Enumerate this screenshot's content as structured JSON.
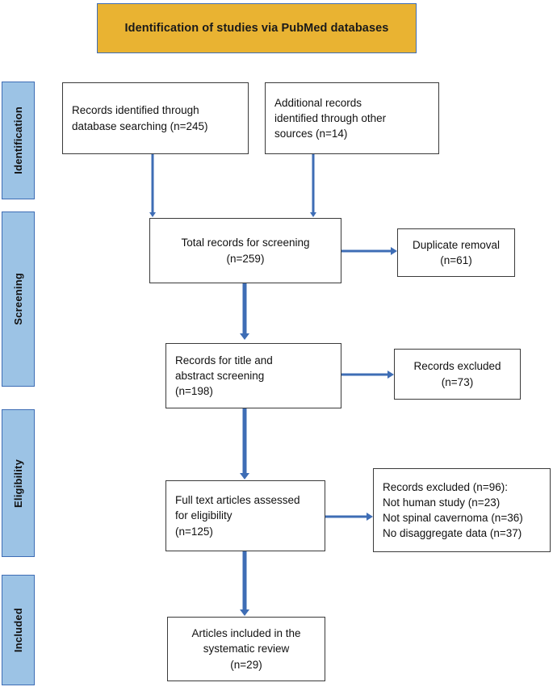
{
  "banner": {
    "title": "Identification of studies via PubMed databases",
    "fill": "#E9B332",
    "border": "#3E6DB5"
  },
  "stages": [
    {
      "label": "Identification"
    },
    {
      "label": "Screening"
    },
    {
      "label": "Eligibility"
    },
    {
      "label": "Included"
    }
  ],
  "boxes": {
    "records_identified": "Records identified through\ndatabase searching (n=245)",
    "additional_records": "Additional records\nidentified through other\nsources (n=14)",
    "total_records": "Total records for screening\n(n=259)",
    "duplicate_removal": "Duplicate removal\n(n=61)",
    "title_abstract_screening": "Records for title and\nabstract screening\n(n=198)",
    "records_excluded_73": "Records excluded\n(n=73)",
    "full_text_assessed": "Full text articles assessed\nfor eligibility\n(n=125)",
    "records_excluded_96": "Records excluded (n=96):\nNot human study (n=23)\nNot spinal cavernoma (n=36)\nNo disaggregate data (n=37)",
    "articles_included": "Articles included in the\nsystematic review\n(n=29)"
  },
  "counts": {
    "database_searching": 245,
    "other_sources": 14,
    "total_for_screening": 259,
    "duplicates_removed": 61,
    "title_abstract_screened": 198,
    "excluded_screening": 73,
    "full_text_assessed": 125,
    "excluded_full_text": 96,
    "not_human_study": 23,
    "not_spinal_cavernoma": 36,
    "no_disaggregate_data": 37,
    "included_final": 29
  },
  "colors": {
    "arrow": "#3E6DB5",
    "box_border": "#3a3a3a",
    "stage_fill": "#9CC3E5",
    "stage_border": "#3E6DB5"
  }
}
